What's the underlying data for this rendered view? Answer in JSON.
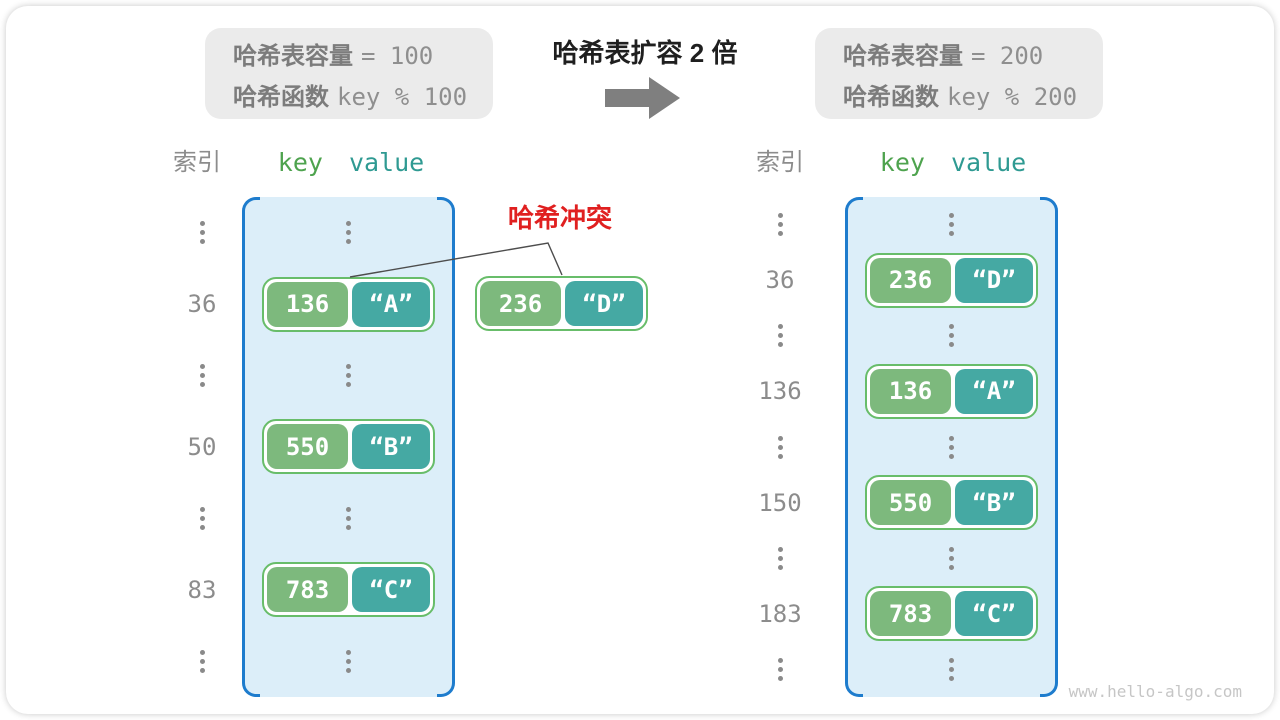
{
  "frame": {
    "watermark": "www.hello-algo.com"
  },
  "info_before": {
    "line1_label": "哈希表容量",
    "line1_value": "= 100",
    "line2_label": "哈希函数",
    "line2_value": "key % 100"
  },
  "info_after": {
    "line1_label": "哈希表容量",
    "line1_value": "= 200",
    "line2_label": "哈希函数",
    "line2_value": "key % 200"
  },
  "center": {
    "title": "哈希表扩容 2 倍",
    "arrow_icon": "right-arrow-icon"
  },
  "headers": {
    "index": "索引",
    "key": "key",
    "value": "value"
  },
  "collision_label": "哈希冲突",
  "table_before": {
    "rows": [
      {
        "type": "dots"
      },
      {
        "type": "pair",
        "index": "36",
        "key": "136",
        "value": "“A”"
      },
      {
        "type": "dots"
      },
      {
        "type": "pair",
        "index": "50",
        "key": "550",
        "value": "“B”"
      },
      {
        "type": "dots"
      },
      {
        "type": "pair",
        "index": "83",
        "key": "783",
        "value": "“C”"
      },
      {
        "type": "dots"
      }
    ]
  },
  "table_after": {
    "rows": [
      {
        "type": "dots"
      },
      {
        "type": "pair",
        "index": "36",
        "key": "236",
        "value": "“D”"
      },
      {
        "type": "dots"
      },
      {
        "type": "pair",
        "index": "136",
        "key": "136",
        "value": "“A”"
      },
      {
        "type": "dots"
      },
      {
        "type": "pair",
        "index": "150",
        "key": "550",
        "value": "“B”"
      },
      {
        "type": "dots"
      },
      {
        "type": "pair",
        "index": "183",
        "key": "783",
        "value": "“C”"
      },
      {
        "type": "dots"
      }
    ]
  },
  "detached_pair": {
    "key": "236",
    "value": "“D”"
  },
  "colors": {
    "bracket_blue": "#1e7ccd",
    "table_fill": "#dceef9",
    "pair_border": "#68bd6a",
    "key_green": "#7db97d",
    "value_teal": "#45a9a3",
    "collision_red": "#e02020",
    "header_key_green": "#4ea34e",
    "header_value_teal": "#2f9a92",
    "gray_text": "#8c8c8c",
    "arrow_gray": "#7f7f7f",
    "info_bg": "#ebebeb"
  }
}
